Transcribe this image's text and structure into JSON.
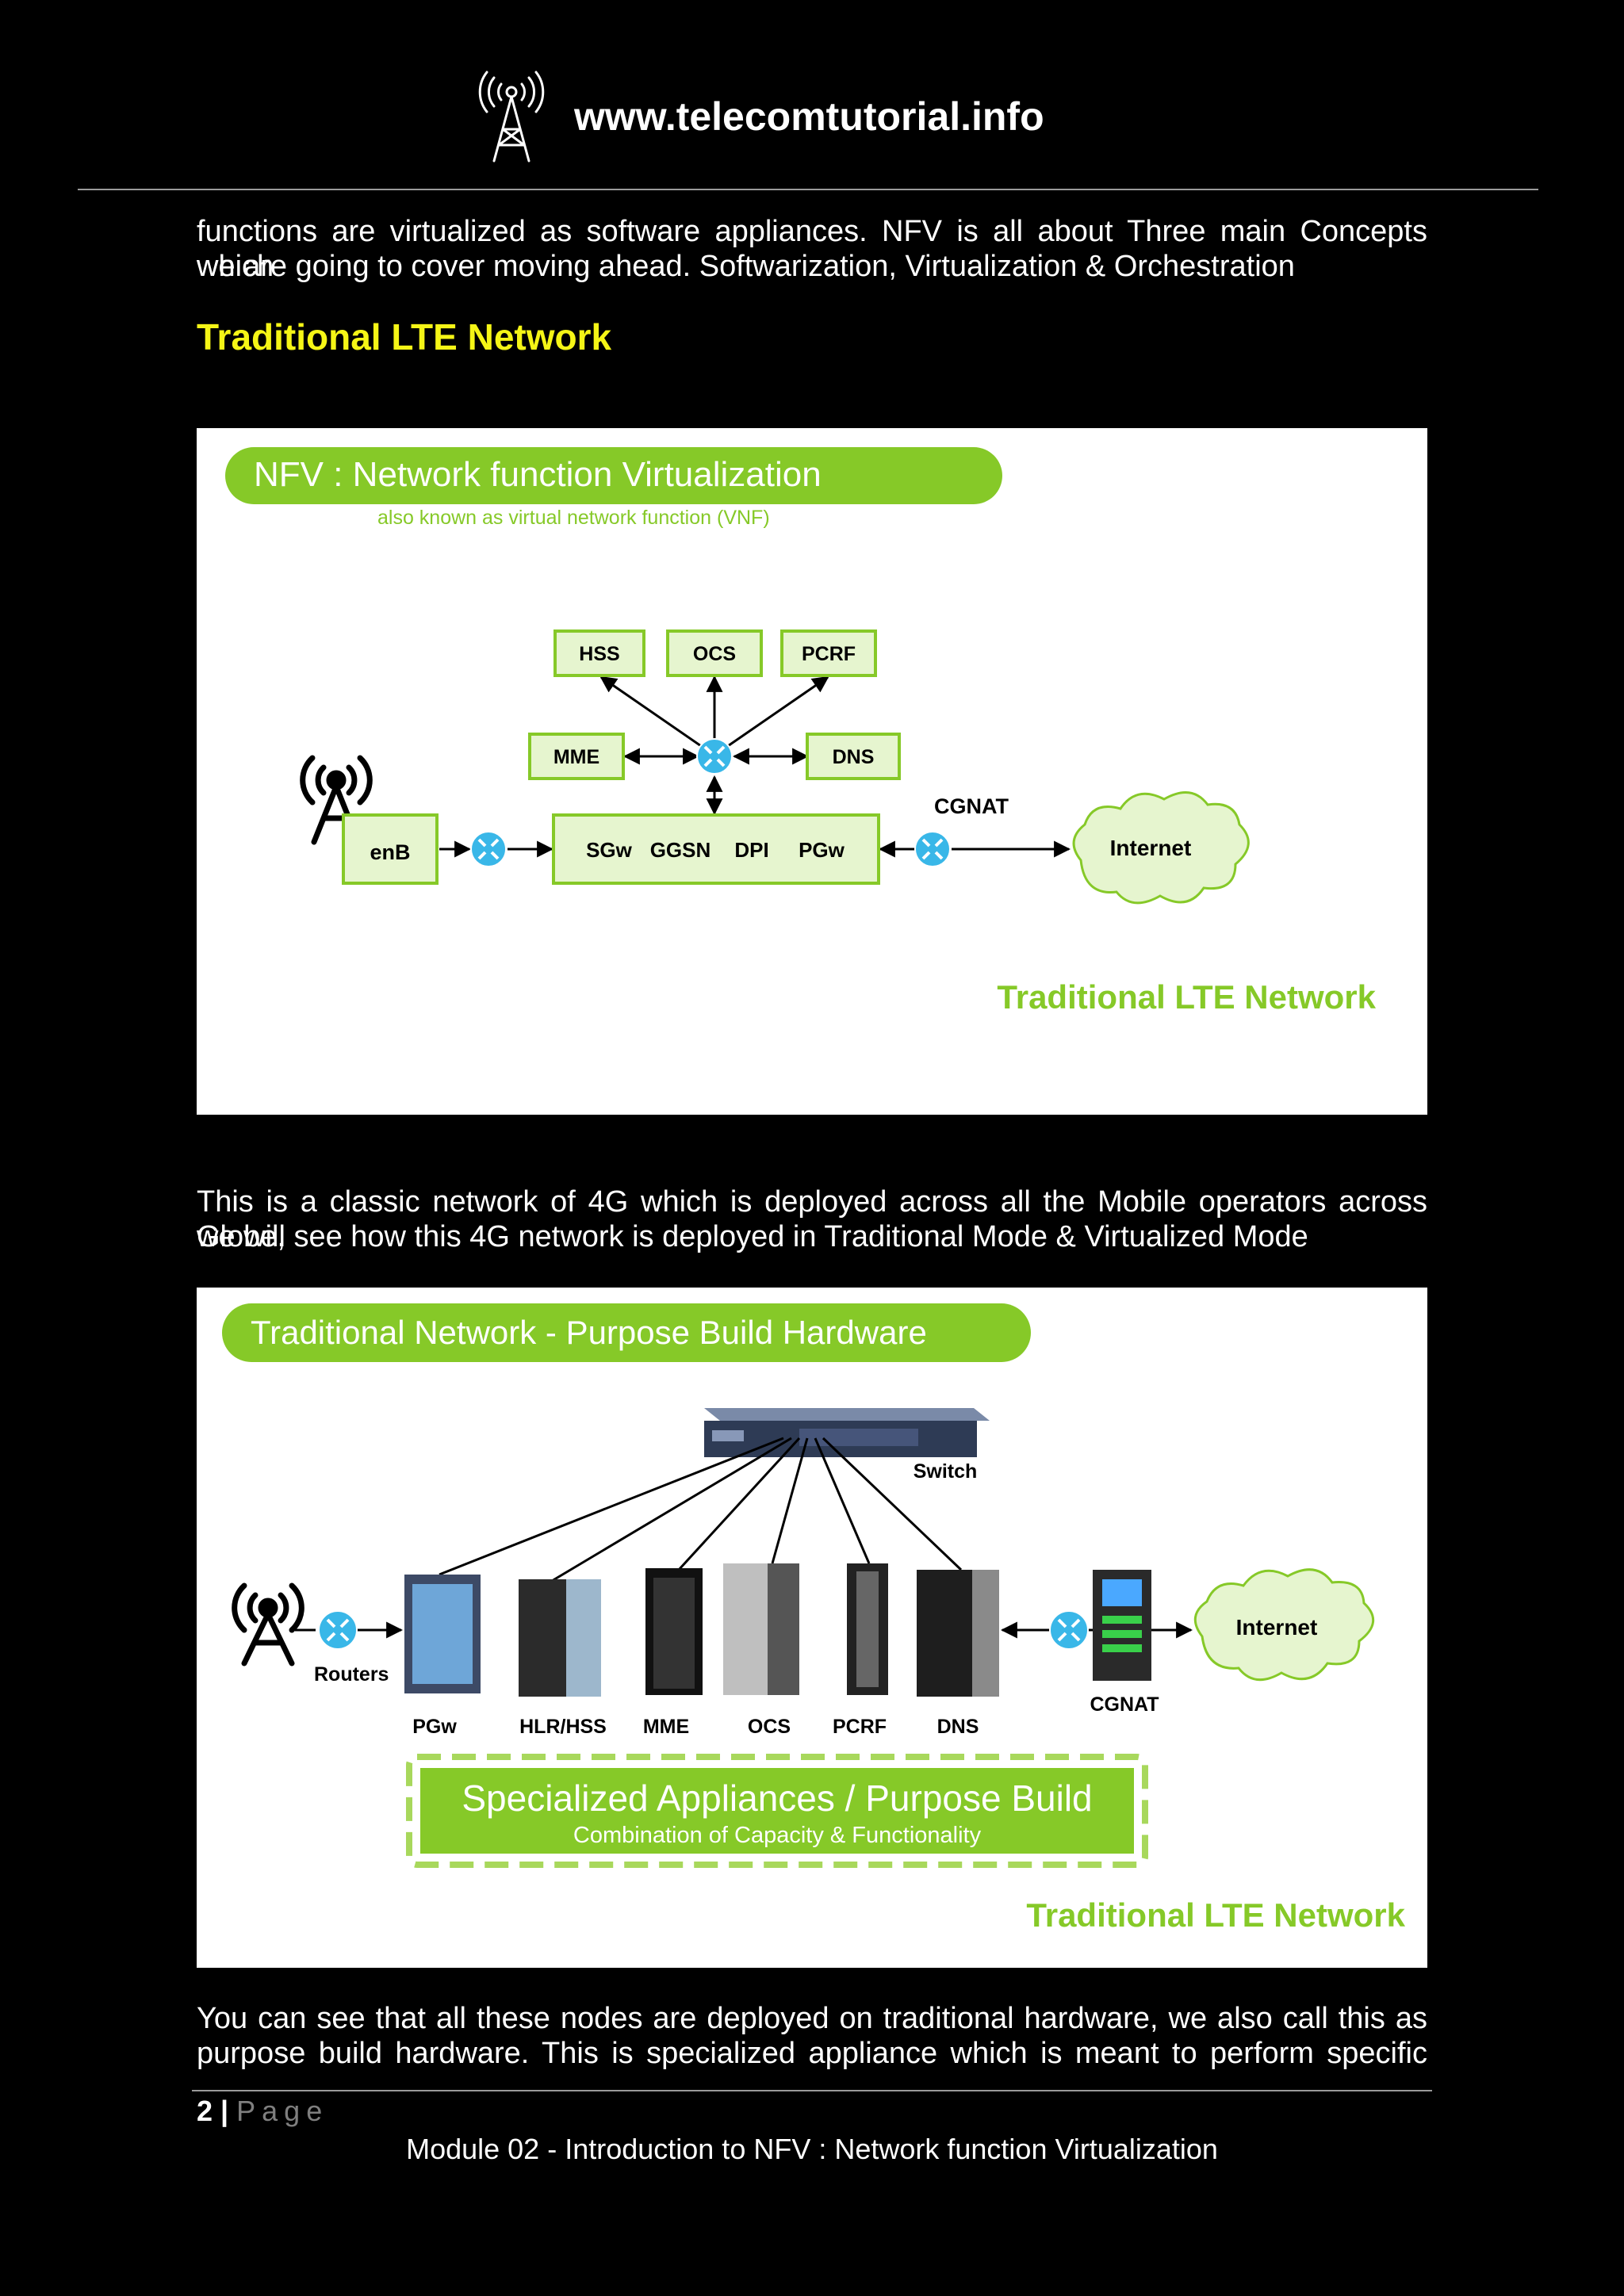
{
  "header": {
    "site_url": "www.telecomtutorial.info",
    "logo_icon": "tower-icon"
  },
  "content": {
    "para_intro_line1": "functions are virtualized as software appliances. NFV is all about Three main Concepts which",
    "para_intro_line2": "we are going to cover moving ahead. Softwarization, Virtualization & Orchestration",
    "section_heading": "Traditional LTE Network",
    "para_classic_line1": "This is a classic network of 4G which is deployed across all the Mobile operators across Globe,",
    "para_classic_line2": "we will see how this 4G network is deployed in Traditional Mode & Virtualized Mode",
    "para_nodes_line1": "You can see that all these nodes are deployed on traditional hardware, we also call this as",
    "para_nodes_line2": "purpose build hardware. This is specialized appliance which is meant to perform specific"
  },
  "figure1": {
    "banner_title": "NFV : Network function Virtualization",
    "banner_subtitle": "also known as virtual network function (VNF)",
    "nodes": {
      "hss": "HSS",
      "ocs": "OCS",
      "pcrf": "PCRF",
      "mme": "MME",
      "dns": "DNS",
      "enb": "enB"
    },
    "core_box": {
      "sgw": "SGw",
      "ggsn": "GGSN",
      "dpi": "DPI",
      "pgw": "PGw"
    },
    "cgnat_label": "CGNAT",
    "internet_label": "Internet",
    "caption": "Traditional LTE Network"
  },
  "figure2": {
    "banner_title": "Traditional Network - Purpose Build Hardware",
    "switch_label": "Switch",
    "routers_label": "Routers",
    "server_labels": {
      "pgw": "PGw",
      "hlr_hss": "HLR/HSS",
      "mme": "MME",
      "ocs": "OCS",
      "pcrf": "PCRF",
      "dns": "DNS"
    },
    "cgnat_label": "CGNAT",
    "internet_label": "Internet",
    "appliance_title": "Specialized Appliances / Purpose Build",
    "appliance_subtitle": "Combination of Capacity & Functionality",
    "caption": "Traditional LTE Network"
  },
  "footer": {
    "page_number": "2",
    "separator": "|",
    "page_word": "Page",
    "module_title": "Module 02 - Introduction to NFV : Network function Virtualization"
  },
  "colors": {
    "background": "#000000",
    "heading_yellow": "#f5f516",
    "nfv_green": "#86c928",
    "node_fill": "#e6f5cf",
    "router_blue": "#39b7e8"
  }
}
